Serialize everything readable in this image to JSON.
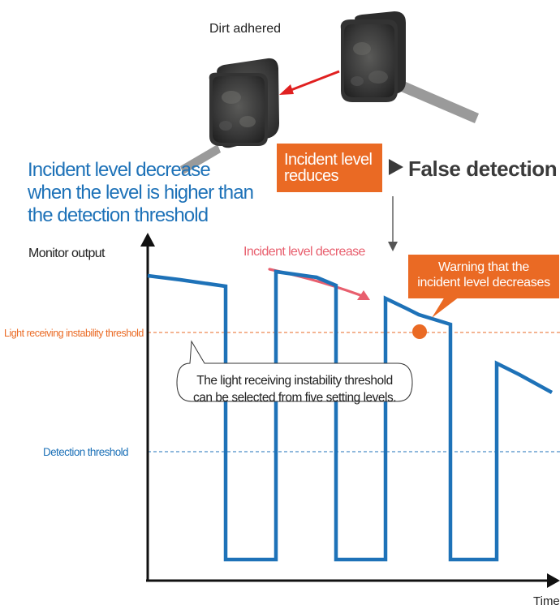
{
  "labels": {
    "dirt": "Dirt adhered",
    "headline": [
      "Incident level decrease",
      "when the level is higher than",
      "the detection threshold"
    ],
    "reduces": [
      "Incident level",
      "reduces"
    ],
    "false_detection": "False detection",
    "monitor_output": "Monitor output",
    "incident_decrease": "Incident level decrease",
    "warning": [
      "Warning that the",
      "incident level decreases"
    ],
    "instability_threshold": "Light receiving instability threshold",
    "detection_threshold": "Detection threshold",
    "note": [
      "The light receiving instability threshold",
      "can be selected from five setting levels."
    ],
    "time": "Time"
  },
  "colors": {
    "signal": "#1e72b8",
    "accent_orange": "#ea6a24",
    "decrease_arrow": "#e85f6e",
    "axis": "#111111",
    "sensor_body": "#3b3b3b"
  },
  "icons": [
    "sensor-emitter-icon",
    "sensor-receiver-icon",
    "arrow-left-icon",
    "arrow-down-icon",
    "triangle-right-icon",
    "warning-dot-icon"
  ]
}
